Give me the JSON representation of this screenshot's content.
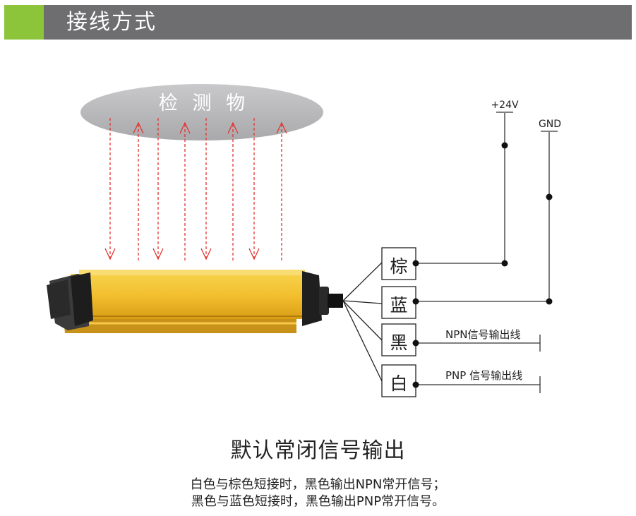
{
  "header": {
    "title": "接线方式",
    "accent_color": "#8cc43a",
    "bar_color": "#6e6e70"
  },
  "diagram": {
    "object_label": "检 测 物",
    "beam_color": "#e2342f",
    "sensor_color": "#f2be2e",
    "wires": [
      {
        "label": "棕",
        "signal": "+24V"
      },
      {
        "label": "蓝",
        "signal": "GND"
      },
      {
        "label": "黑",
        "signal": "NPN信号输出线"
      },
      {
        "label": "白",
        "signal": "PNP 信号输出线"
      }
    ]
  },
  "caption": {
    "title": "默认常闭信号输出",
    "line1": "白色与棕色短接时，黑色输出NPN常开信号；",
    "line2": "黑色与蓝色短接时，黑色输出PNP常开信号。"
  }
}
